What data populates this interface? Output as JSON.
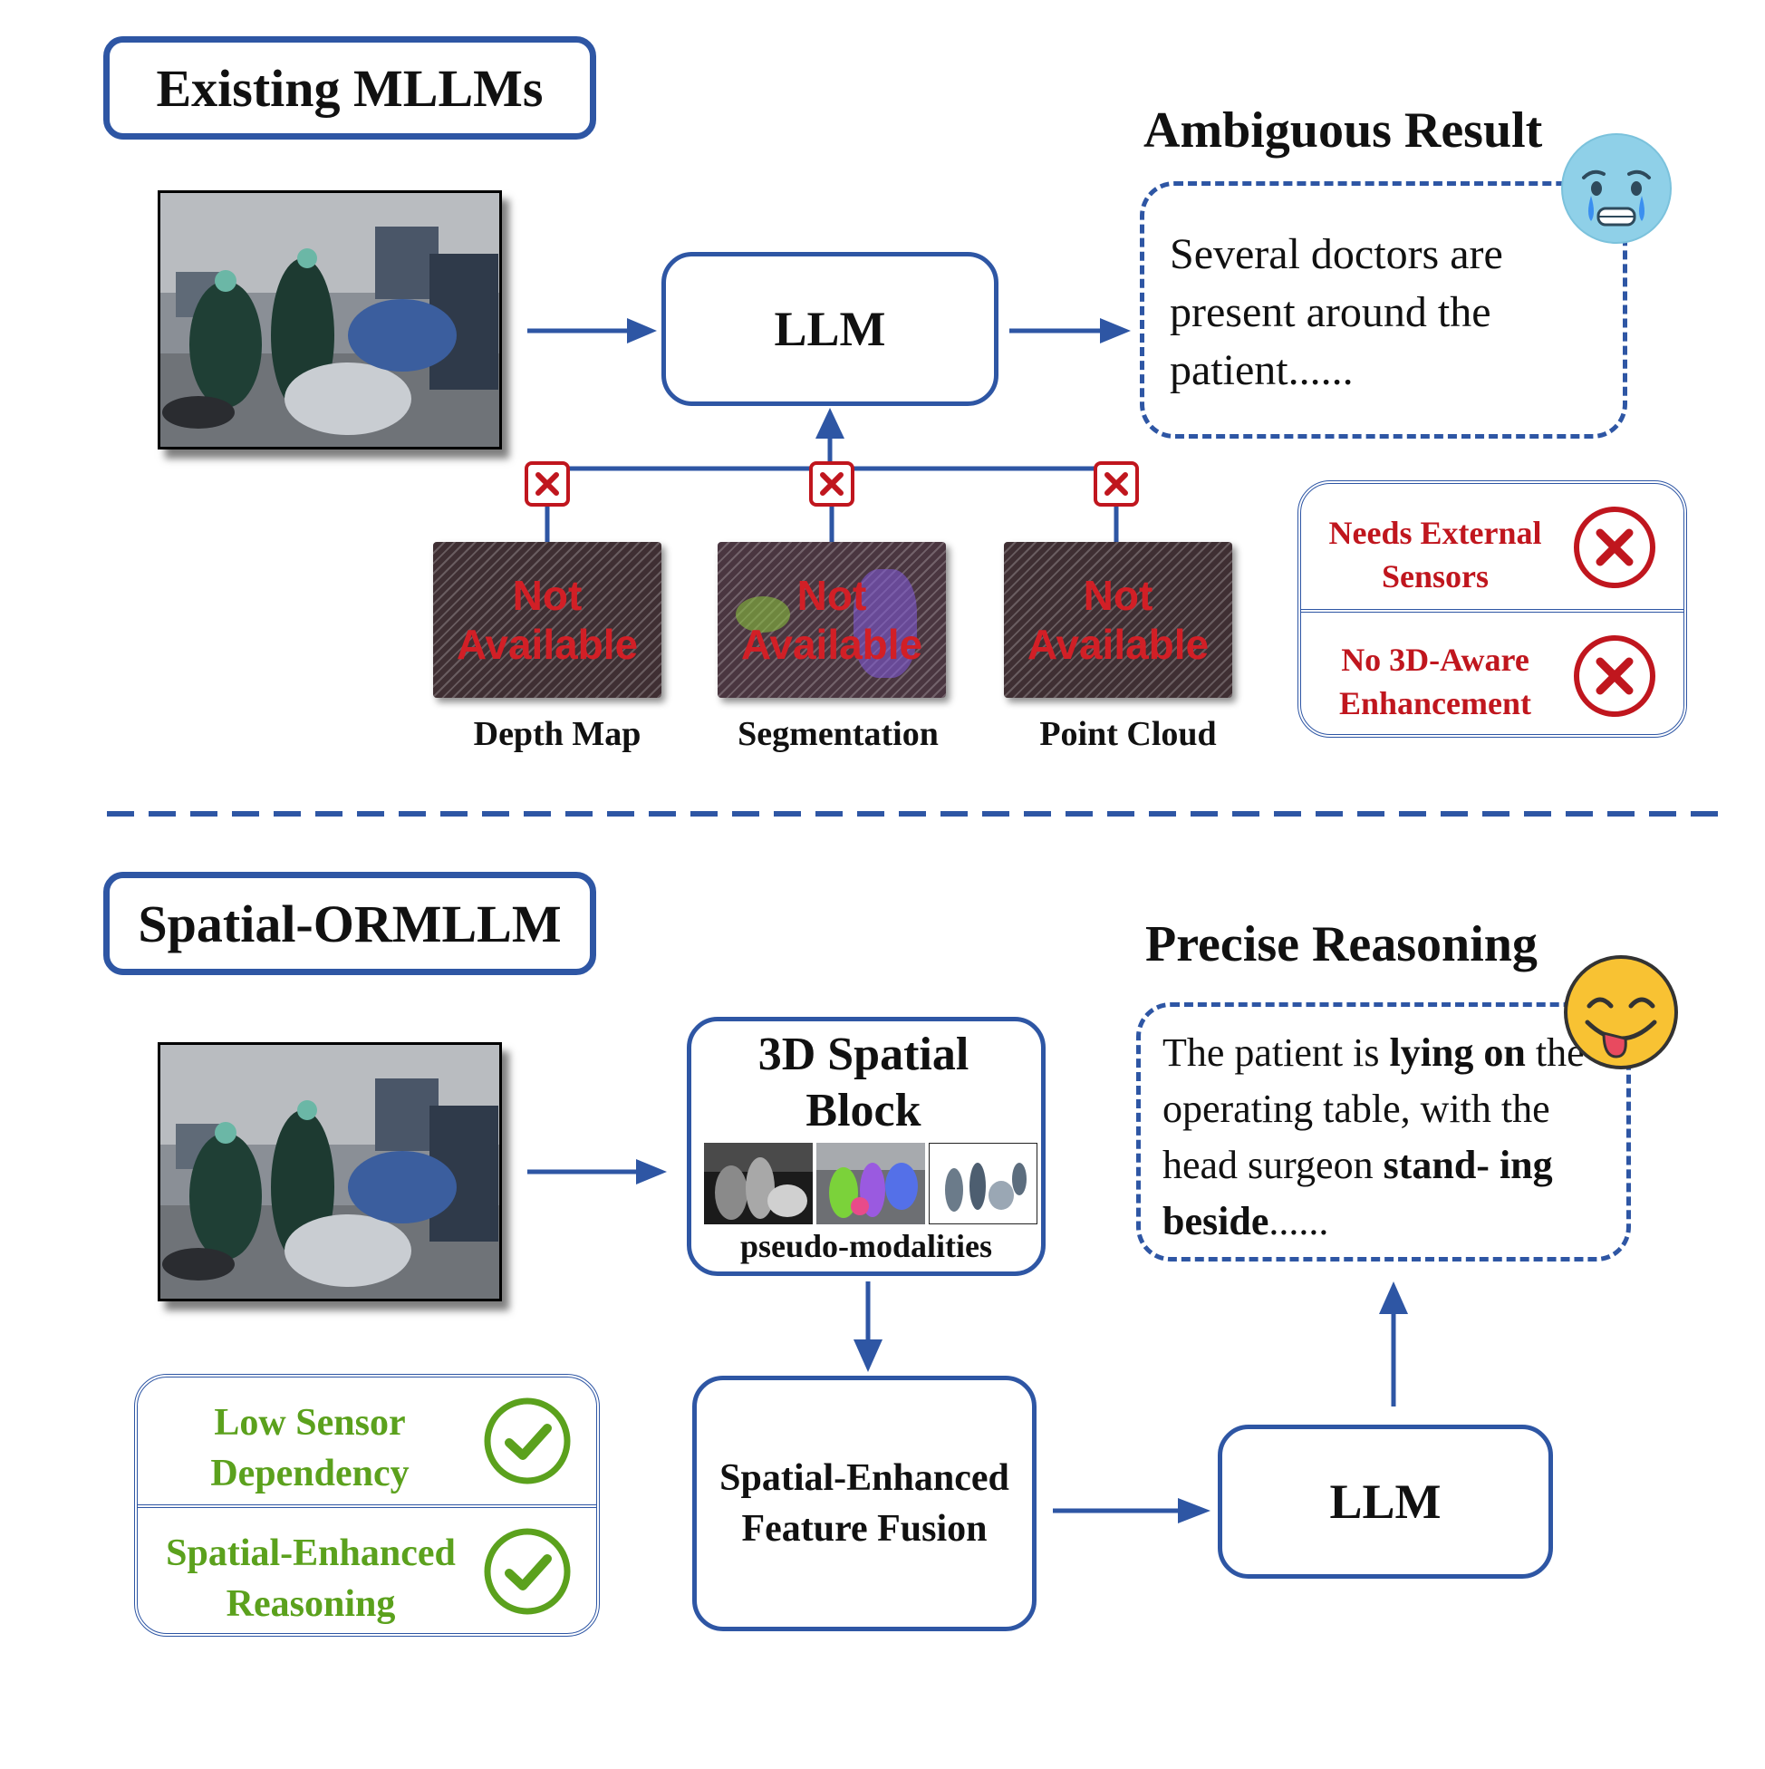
{
  "top": {
    "title": "Existing MLLMs",
    "llm_label": "LLM",
    "result_heading": "Ambiguous Result",
    "result_text": "Several doctors are present around the patient......",
    "missing_inputs": [
      {
        "label": "Depth Map",
        "overlay": "Not Available"
      },
      {
        "label": "Segmentation",
        "overlay": "Not Available"
      },
      {
        "label": "Point Cloud",
        "overlay": "Not Available"
      }
    ],
    "drawbacks": [
      {
        "label": "Needs External Sensors",
        "icon": "x-circle-icon"
      },
      {
        "label": "No 3D-Aware Enhancement",
        "icon": "x-circle-icon"
      }
    ],
    "emoji": "sad-face-icon"
  },
  "bottom": {
    "title": "Spatial-ORMLLM",
    "spatial_block_title": "3D Spatial Block",
    "spatial_block_caption": "pseudo-modalities",
    "fusion_label": "Spatial-Enhanced Feature Fusion",
    "llm_label": "LLM",
    "result_heading": "Precise Reasoning",
    "result_text": {
      "p1": "The patient is ",
      "b1": "lying on",
      "p2": "the operating table, with the head surgeon ",
      "b2": "stand-",
      "b3": "ing beside",
      "p3": "......"
    },
    "advantages": [
      {
        "label": "Low Sensor Dependency",
        "icon": "check-circle-icon"
      },
      {
        "label": "Spatial-Enhanced Reasoning",
        "icon": "check-circle-icon"
      }
    ],
    "emoji": "happy-face-icon"
  },
  "colors": {
    "accent_blue": "#2e56a4",
    "negative_red": "#c0161e",
    "positive_green": "#5ba11d",
    "sad_face": "#8fd0e8",
    "happy_face": "#f8c233"
  }
}
